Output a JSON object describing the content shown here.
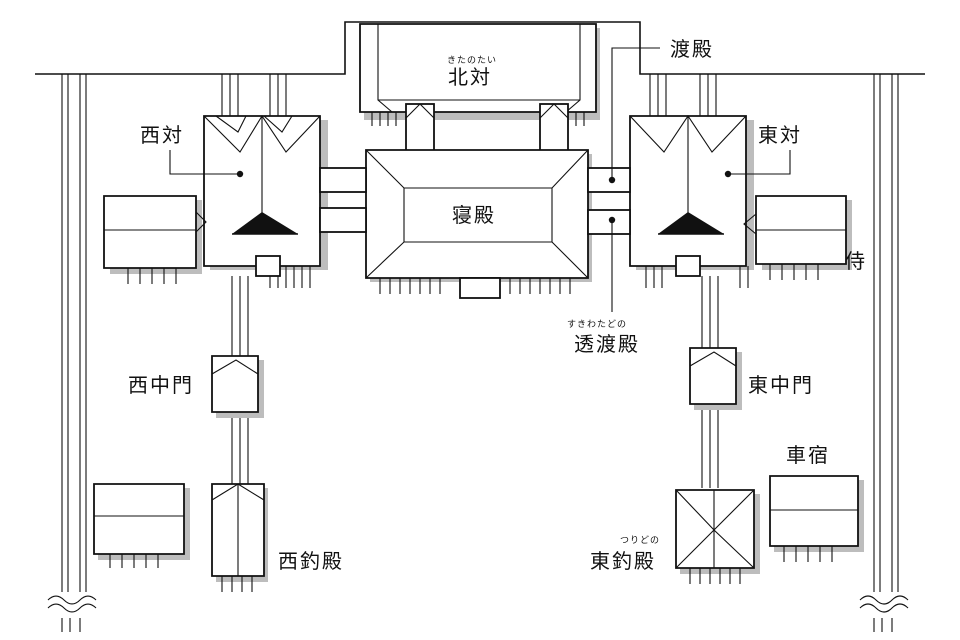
{
  "labels": {
    "kita_no_tai": "北対",
    "kita_no_tai_ruby": "きたのたい",
    "watadono": "渡殿",
    "nishi_no_tai": "西対",
    "higashi_no_tai": "東対",
    "shinden": "寝殿",
    "samurai": "侍",
    "sukiwatadono": "透渡殿",
    "sukiwatadono_ruby": "すきわたどの",
    "nishi_chumon": "西中門",
    "higashi_chumon": "東中門",
    "kurumayado": "車宿",
    "nishi_tsuridono": "西釣殿",
    "higashi_tsuridono": "東釣殿",
    "tsuridono_ruby": "つりどの"
  }
}
